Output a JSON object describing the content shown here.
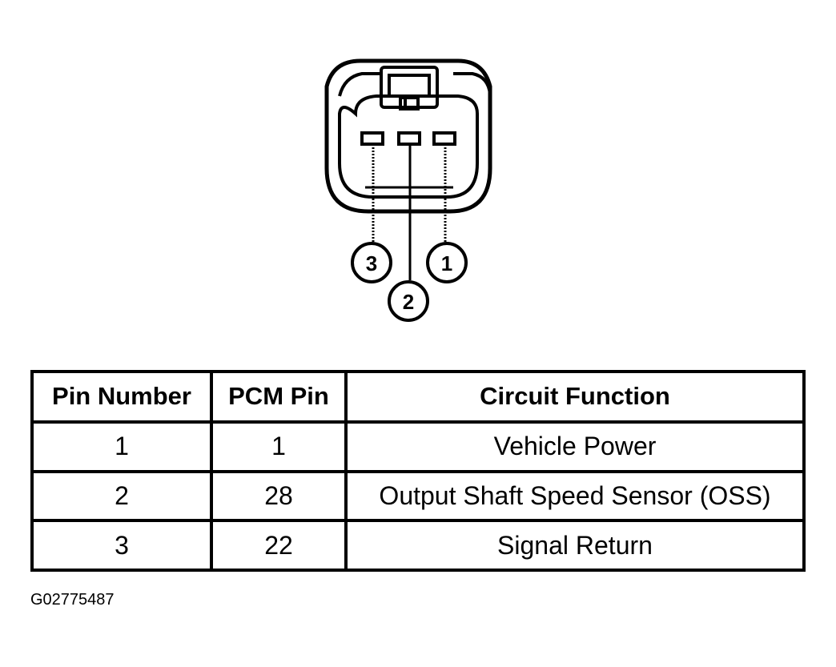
{
  "connector": {
    "pin_labels": [
      "1",
      "2",
      "3"
    ]
  },
  "table": {
    "headers": [
      "Pin Number",
      "PCM Pin",
      "Circuit Function"
    ],
    "rows": [
      [
        "1",
        "1",
        "Vehicle Power"
      ],
      [
        "2",
        "28",
        "Output Shaft Speed Sensor (OSS)"
      ],
      [
        "3",
        "22",
        "Signal Return"
      ]
    ]
  },
  "figure_id": "G02775487"
}
